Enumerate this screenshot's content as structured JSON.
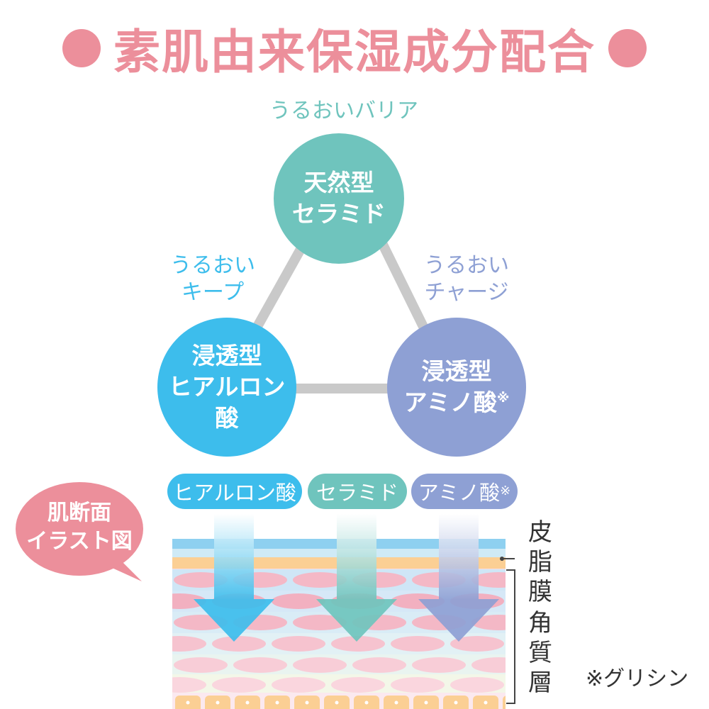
{
  "title": "素肌由来保湿成分配合",
  "benefits": {
    "top": "うるおいバリア",
    "left_line1": "うるおい",
    "left_line2": "キープ",
    "right_line1": "うるおい",
    "right_line2": "チャージ"
  },
  "circles": {
    "ceramide": {
      "line1": "天然型",
      "line2": "セラミド"
    },
    "hyaluronic": {
      "line1": "浸透型",
      "line2": "ヒアルロン酸"
    },
    "amino": {
      "line1": "浸透型",
      "line2": "アミノ酸",
      "mark": "※"
    }
  },
  "pills": {
    "hyaluronic": "ヒアルロン酸",
    "ceramide": "セラミド",
    "amino": "アミノ酸",
    "amino_mark": "※"
  },
  "bubble": {
    "line1": "肌断面",
    "line2": "イラスト図"
  },
  "layer_labels": {
    "sebum": [
      "皮",
      "脂",
      "膜"
    ],
    "stratum": [
      "角",
      "質",
      "層"
    ]
  },
  "footnote": "※グリシン",
  "colors": {
    "pink": "#ec8f9b",
    "teal": "#6fc4bd",
    "blue": "#3dbdec",
    "purple": "#8ea0d4",
    "connector": "#c9c9c9"
  }
}
